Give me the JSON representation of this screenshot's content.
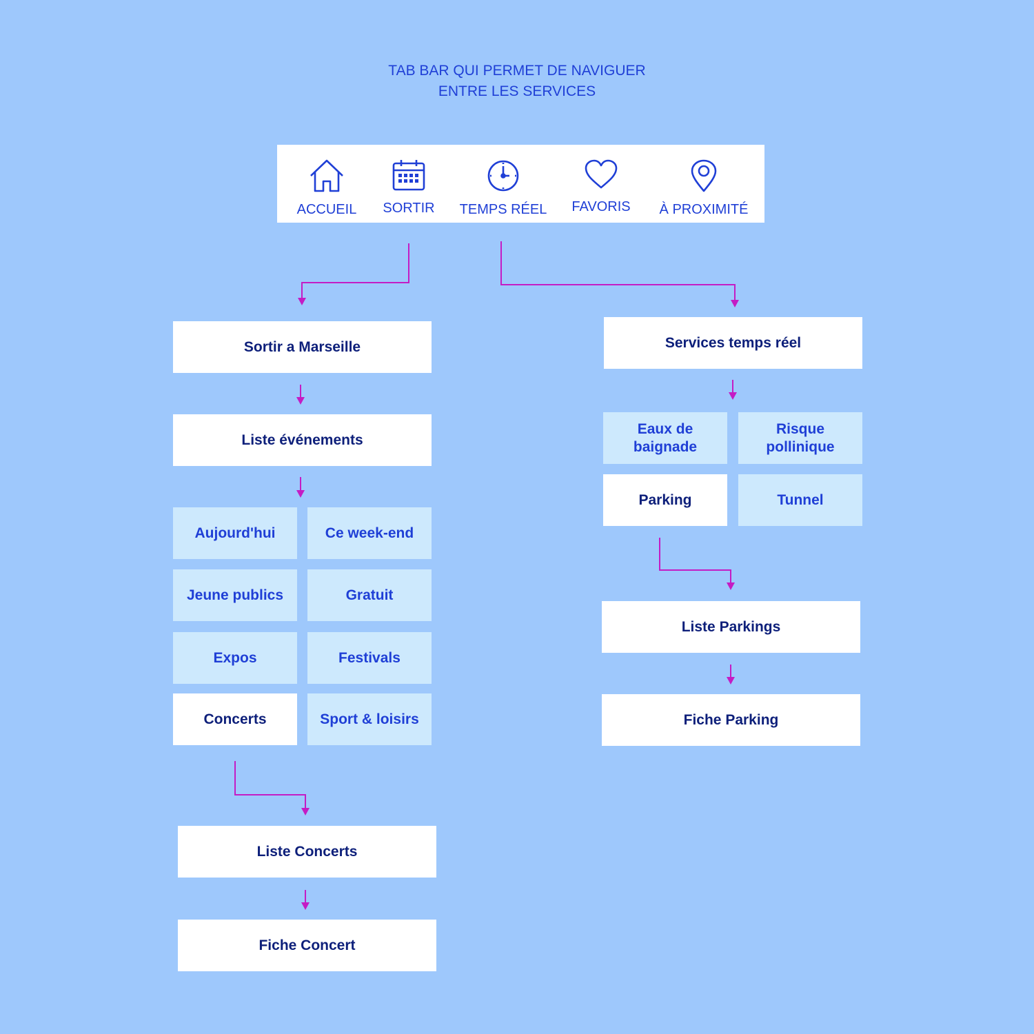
{
  "caption": {
    "line1": "TAB BAR QUI PERMET DE NAVIGUER",
    "line2": "ENTRE LES SERVICES"
  },
  "tabbar": {
    "tabs": [
      {
        "label": "ACCUEIL",
        "icon": "home-icon"
      },
      {
        "label": "SORTIR",
        "icon": "calendar-icon"
      },
      {
        "label": "TEMPS RÉEL",
        "icon": "clock-icon"
      },
      {
        "label": "FAVORIS",
        "icon": "heart-icon"
      },
      {
        "label": "À PROXIMITÉ",
        "icon": "location-pin-icon"
      }
    ]
  },
  "sortir": {
    "title": "Sortir a Marseille",
    "list": "Liste événements",
    "categories": [
      {
        "label": "Aujourd'hui",
        "highlight": false
      },
      {
        "label": "Ce week-end",
        "highlight": false
      },
      {
        "label": "Jeune publics",
        "highlight": false
      },
      {
        "label": "Gratuit",
        "highlight": false
      },
      {
        "label": "Expos",
        "highlight": false
      },
      {
        "label": "Festivals",
        "highlight": false
      },
      {
        "label": "Concerts",
        "highlight": true
      },
      {
        "label": "Sport & loisirs",
        "highlight": false
      }
    ],
    "sublist": "Liste Concerts",
    "detail": "Fiche Concert"
  },
  "temps_reel": {
    "title": "Services temps réel",
    "services": [
      {
        "label": "Eaux de baignade",
        "highlight": false
      },
      {
        "label": "Risque pollinique",
        "highlight": false
      },
      {
        "label": "Parking",
        "highlight": true
      },
      {
        "label": "Tunnel",
        "highlight": false
      }
    ],
    "sublist": "Liste Parkings",
    "detail": "Fiche Parking"
  },
  "colors": {
    "background": "#9ec8fc",
    "accent_text": "#1f3fd6",
    "dark_text": "#0d1f7a",
    "connector": "#c41cc4",
    "node_light": "#cde9fd"
  }
}
